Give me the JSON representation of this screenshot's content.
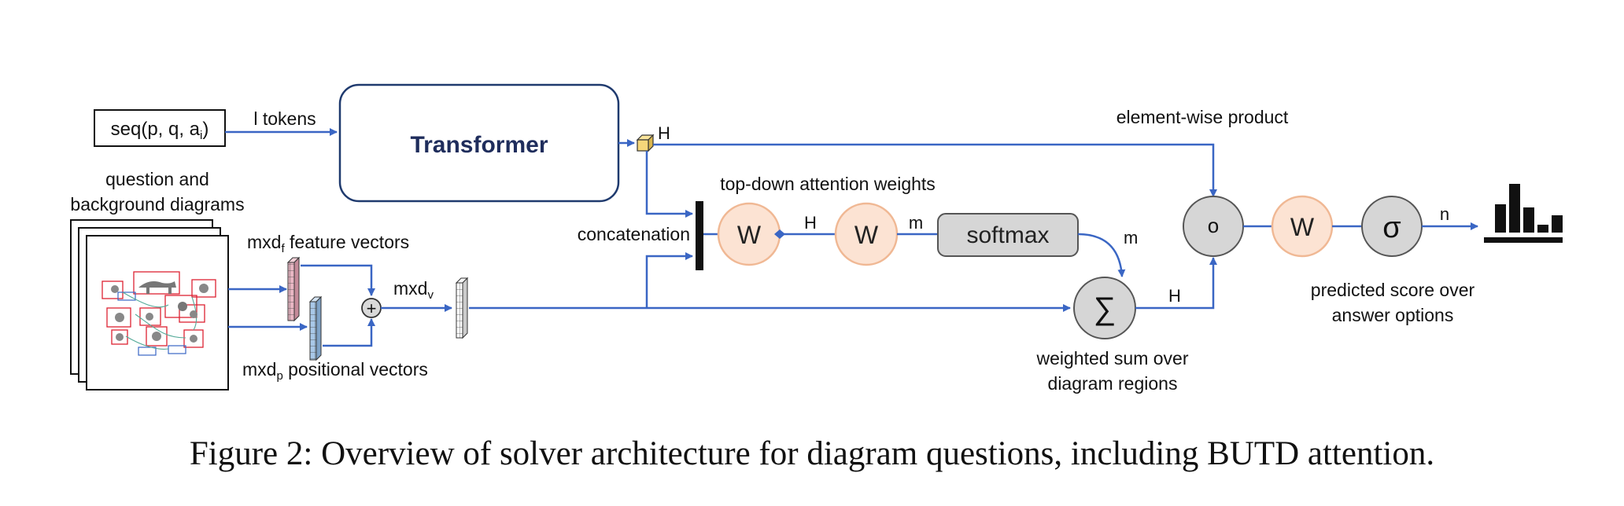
{
  "diagram": {
    "input_box": {
      "prefix": "seq(p, q, a",
      "sub": "i",
      "suffix": ")"
    },
    "tokens_label": "l tokens",
    "transformer_label": "Transformer",
    "h_label_1": "H",
    "question_diagrams_line1": "question and",
    "question_diagrams_line2": "background diagrams",
    "feature_vectors": {
      "prefix": "mxd",
      "sub": "f",
      "suffix": " feature vectors"
    },
    "positional_vectors": {
      "prefix": "mxd",
      "sub": "p",
      "suffix": " positional vectors"
    },
    "plus_symbol": "+",
    "mxdv": {
      "prefix": "mxd",
      "sub": "v"
    },
    "concatenation_label": "concatenation",
    "topdown_label": "top-down attention weights",
    "w1": "W",
    "h_label_2": "H",
    "w2": "W",
    "m_label_1": "m",
    "softmax_label": "softmax",
    "m_label_2": "m",
    "sum_symbol": "∑",
    "h_label_3": "H",
    "weighted_sum_line1": "weighted sum over",
    "weighted_sum_line2": "diagram regions",
    "elementwise_label": "element-wise product",
    "product_symbol": "o",
    "w3": "W",
    "sigma_symbol": "σ",
    "n_label": "n",
    "predicted_line1": "predicted score over",
    "predicted_line2": "answer options"
  },
  "caption": "Figure 2: Overview of solver architecture for diagram questions, including BUTD attention.",
  "colors": {
    "arrow": "#3a66c4",
    "transformer_border": "#1f3a6e",
    "transformer_text": "#1f2d5c",
    "w_fill": "#fce3d3",
    "w_stroke": "#f0b894",
    "grey_fill": "#d6d6d6",
    "grey_stroke": "#555555",
    "feature_fill": "#e8b6c3",
    "positional_fill": "#a9c8e8",
    "hidden_fill": "#f5d67a"
  },
  "icons": [
    "add-circle-icon",
    "bar-chart-icon",
    "diagram-thumbnail-icon"
  ]
}
